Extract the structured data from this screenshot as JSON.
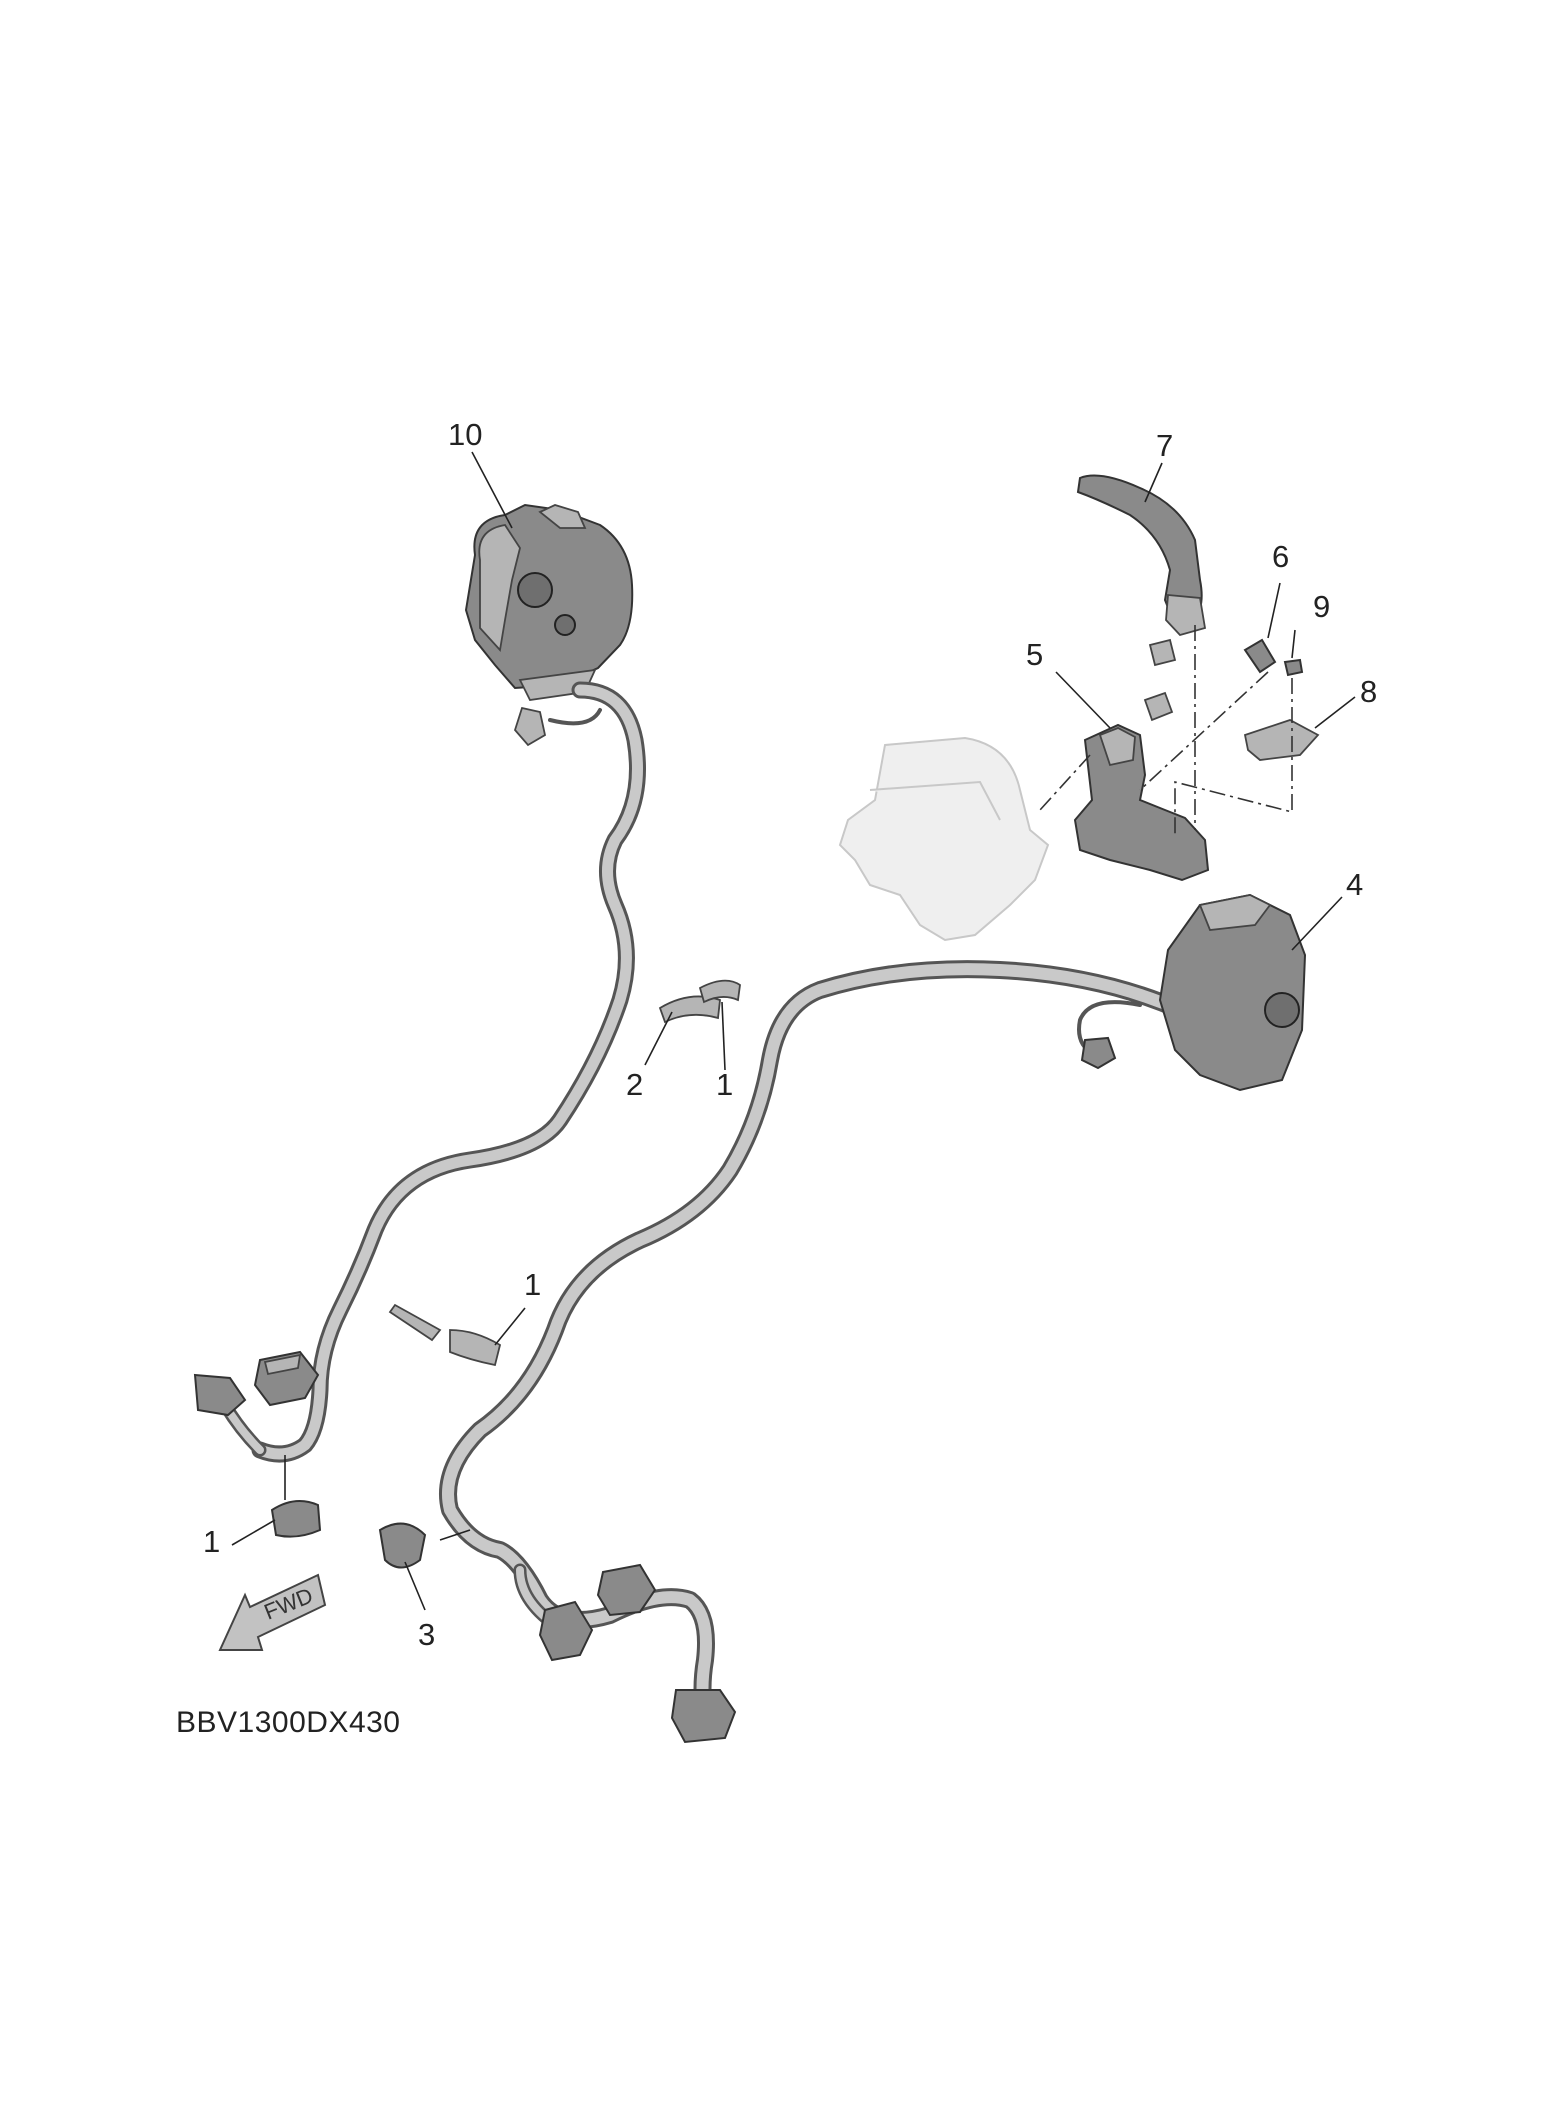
{
  "callouts": [
    {
      "id": "c10",
      "text": "10"
    },
    {
      "id": "c7",
      "text": "7"
    },
    {
      "id": "c6",
      "text": "6"
    },
    {
      "id": "c9",
      "text": "9"
    },
    {
      "id": "c5",
      "text": "5"
    },
    {
      "id": "c8",
      "text": "8"
    },
    {
      "id": "c4",
      "text": "4"
    },
    {
      "id": "c2",
      "text": "2"
    },
    {
      "id": "c1a",
      "text": "1"
    },
    {
      "id": "c1b",
      "text": "1"
    },
    {
      "id": "c1c",
      "text": "1"
    },
    {
      "id": "c3",
      "text": "3"
    }
  ],
  "fwd_label": "FWD",
  "diagram_code": "BBV1300DX430",
  "colors": {
    "line": "#222222",
    "part_fill": "#8a8a8a",
    "ghost_fill": "#efefef"
  }
}
